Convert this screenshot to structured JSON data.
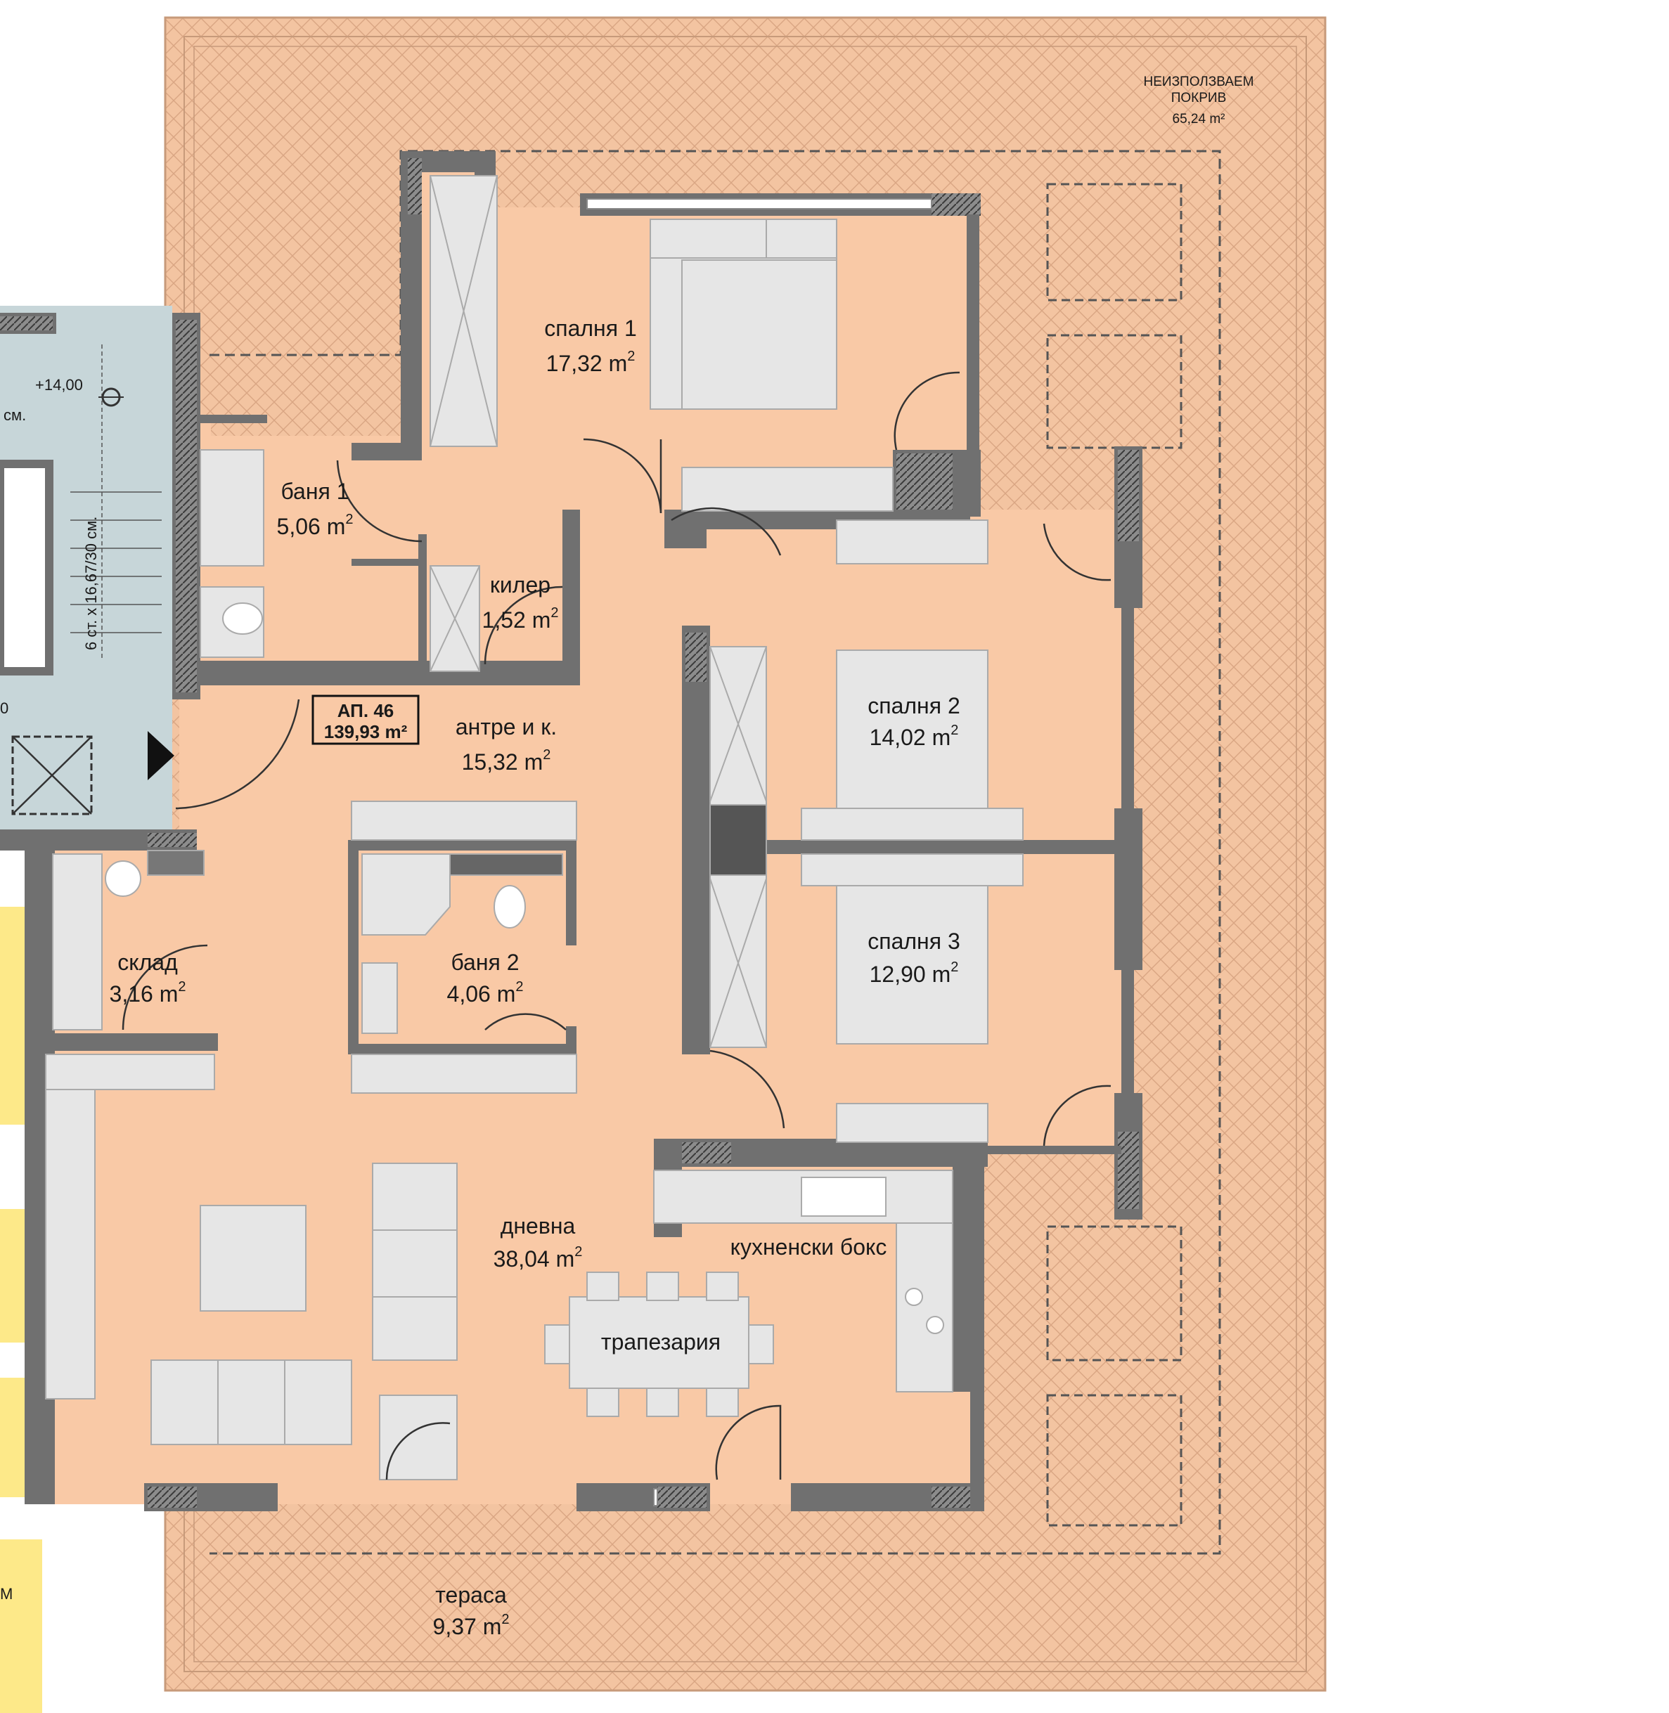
{
  "colors": {
    "floor": "#f9c9a6",
    "roof": "#f3c4a1",
    "stair": "#c7d6d9",
    "wall": "#707070",
    "furniture": "#e6e6e6",
    "yellow": "#fde989"
  },
  "roof": {
    "line1": "НЕИЗПОЛЗВАЕМ",
    "line2": "ПОКРИВ",
    "area": "65,24 m²"
  },
  "apartment": {
    "name": "АП. 46",
    "area": "139,93 m²"
  },
  "rooms": [
    {
      "name": "спалня 1",
      "area": "17,32 m",
      "sup": "2"
    },
    {
      "name": "баня 1",
      "area": "5,06 m",
      "sup": "2"
    },
    {
      "name": "килер",
      "area": "1,52 m",
      "sup": "2"
    },
    {
      "name": "антре и к.",
      "area": "15,32 m",
      "sup": "2"
    },
    {
      "name": "спалня 2",
      "area": "14,02 m",
      "sup": "2"
    },
    {
      "name": "спалня 3",
      "area": "12,90 m",
      "sup": "2"
    },
    {
      "name": "склад",
      "area": "3,16 m",
      "sup": "2"
    },
    {
      "name": "баня 2",
      "area": "4,06 m",
      "sup": "2"
    },
    {
      "name": "дневна",
      "area": "38,04 m",
      "sup": "2"
    },
    {
      "name": "кухненски бокс",
      "area": "",
      "sup": ""
    },
    {
      "name": "трапезария",
      "area": "",
      "sup": ""
    },
    {
      "name": "тераса",
      "area": "9,37 m",
      "sup": "2"
    }
  ],
  "stair": {
    "level": "+14,00",
    "note_top": "см.",
    "steps": "6 ст. х 16,67/30 см."
  },
  "edge_marks": {
    "left_mid": "0",
    "left_bottom": "M"
  }
}
